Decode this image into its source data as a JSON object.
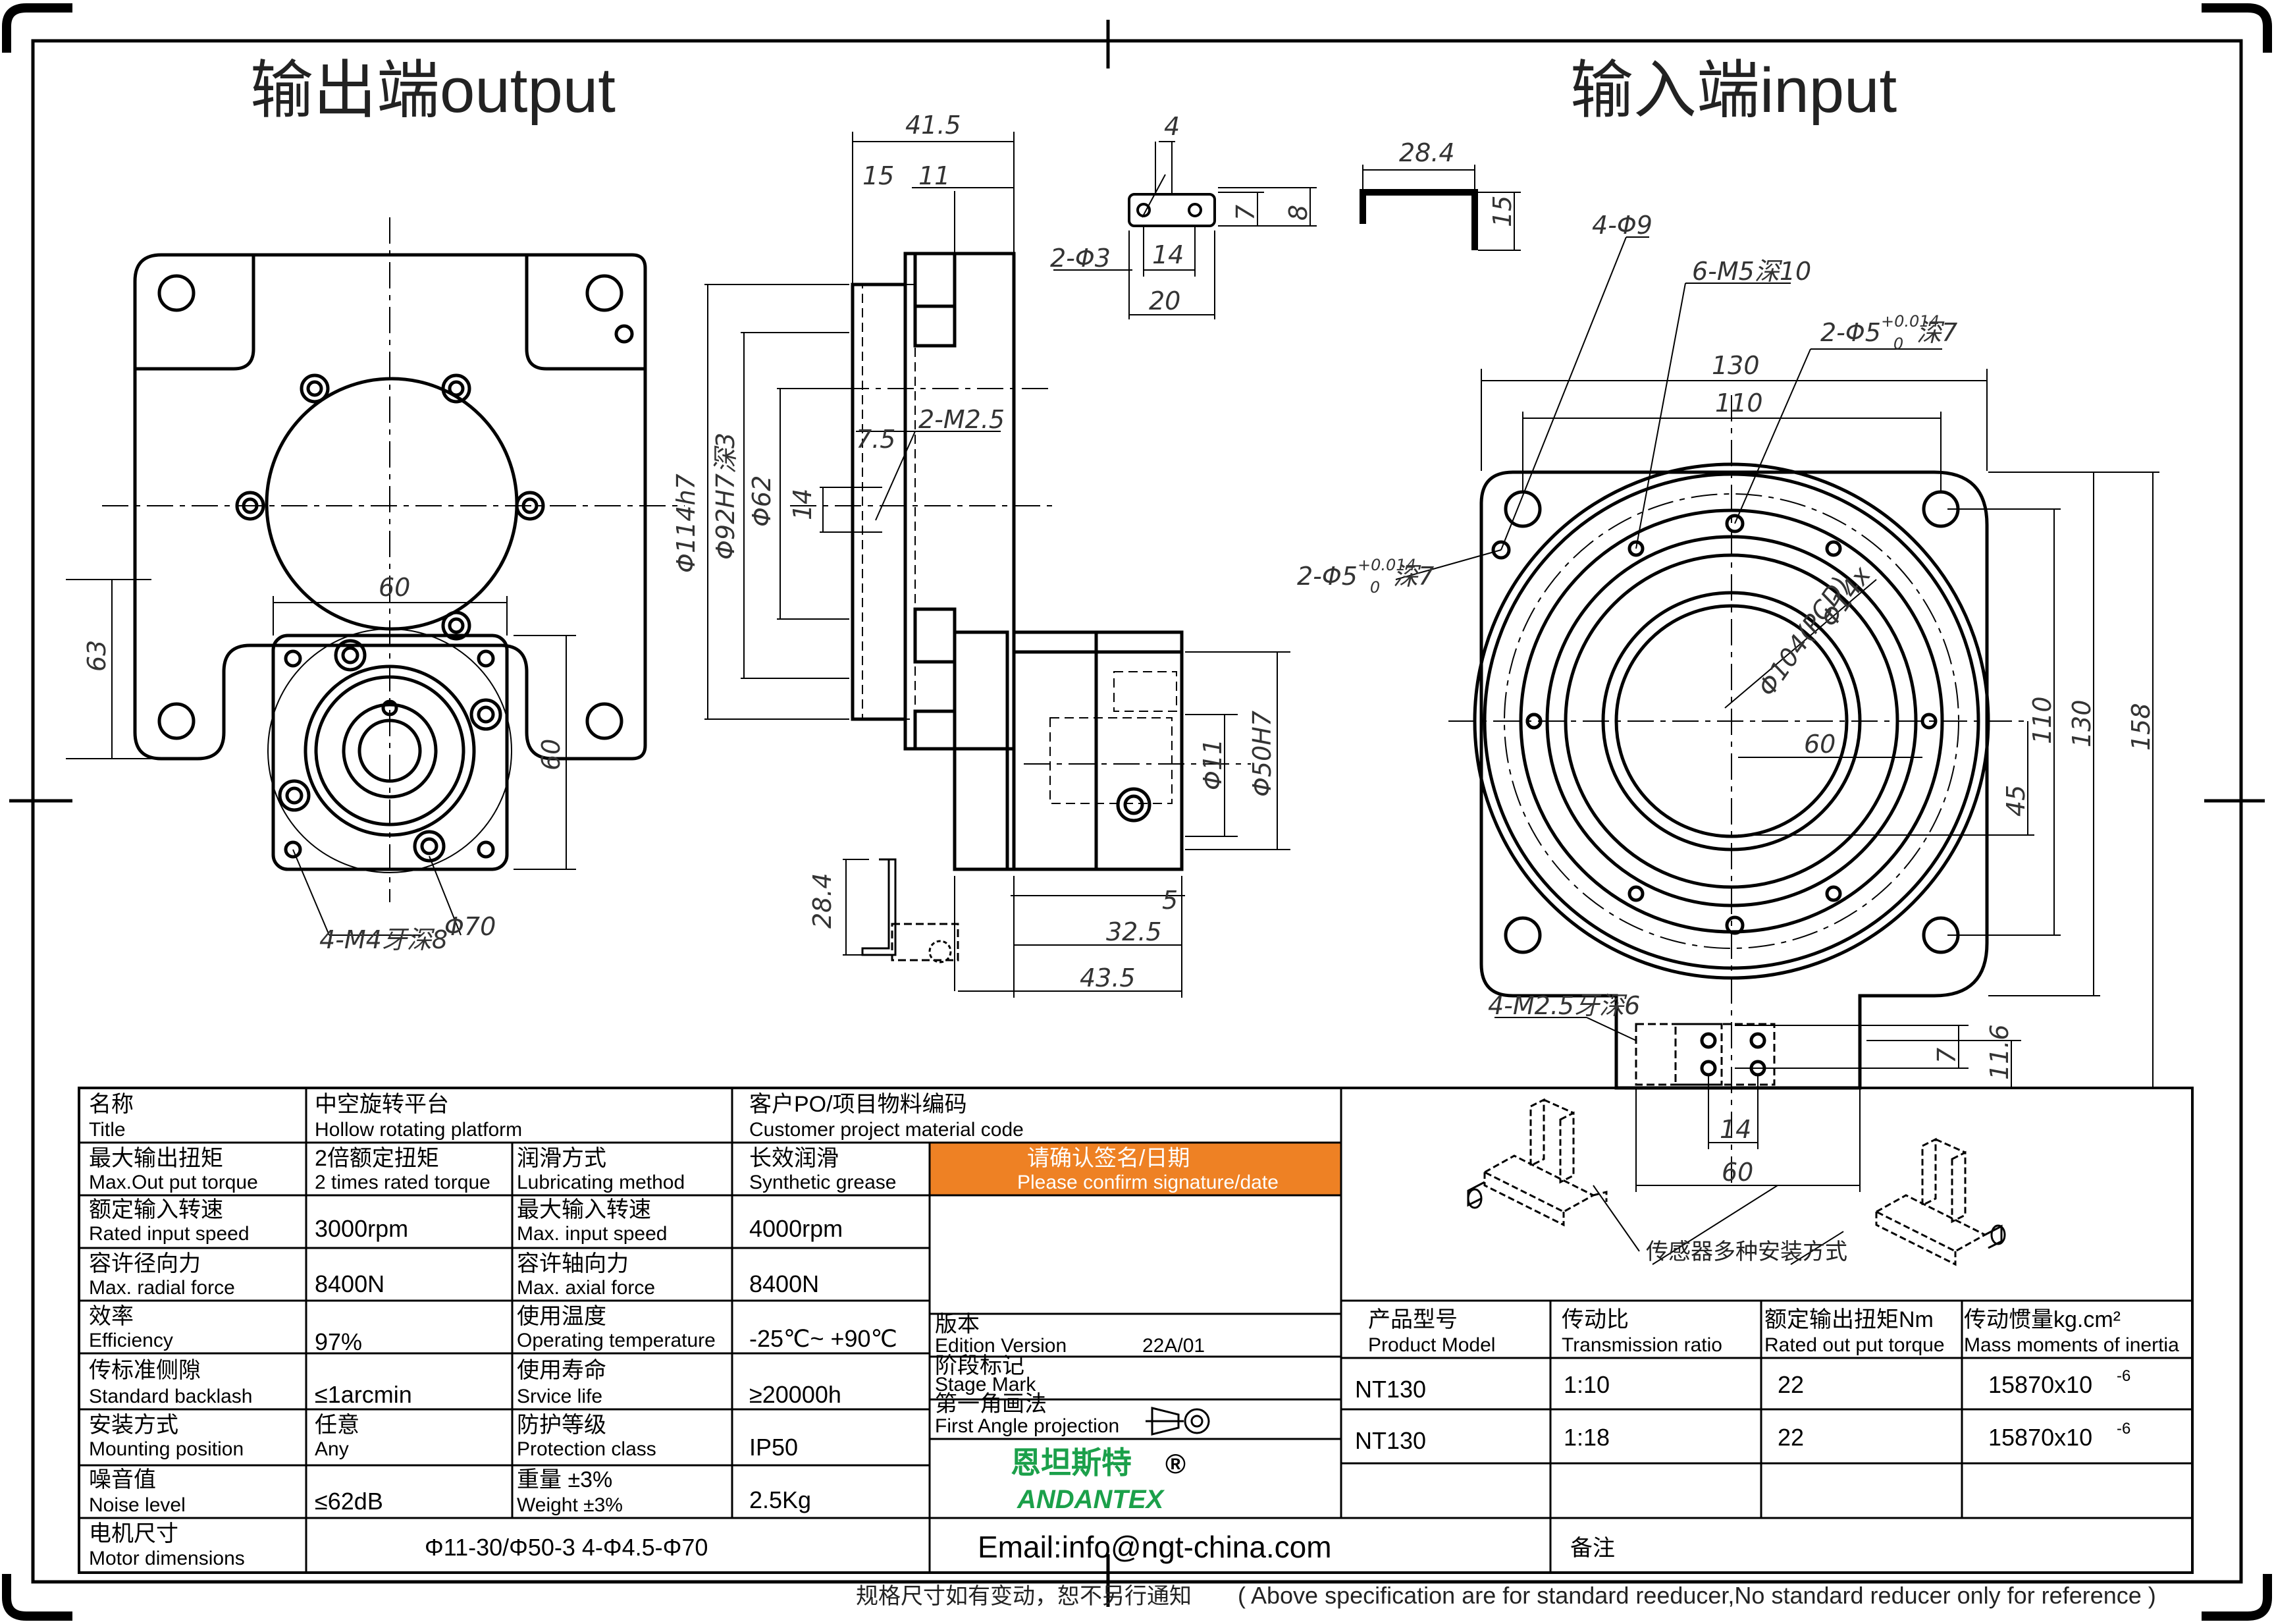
{
  "views": {
    "output_title": "输出端output",
    "input_title": "输入端input"
  },
  "dims": {
    "d41_5": "41.5",
    "d15": "15",
    "d11": "11",
    "d4": "4",
    "d7": "7",
    "d8": "8",
    "d14_top": "14",
    "d20": "20",
    "hole_2phi3": "2-Φ3",
    "d28_4_top": "28.4",
    "d15_bracket": "15",
    "out_60": "60",
    "out_63": "63",
    "out_60v": "60",
    "out_m4": "4-M4牙深8",
    "out_phi70": "Φ70",
    "side_phi114": "Φ114h7",
    "side_phi92": "Φ92H7深3",
    "side_phi62": "Φ62",
    "side_14": "14",
    "side_7_5": "7.5",
    "side_2m25": "2-M2.5",
    "side_phi11": "Φ11",
    "side_phi50": "Φ50H7",
    "side_5": "5",
    "side_32_5": "32.5",
    "side_43_5": "43.5",
    "side_28_4": "28.4",
    "in_4phi9": "4-Φ9",
    "in_6m5": "6-M5深10",
    "in_2phi5_top": "2-Φ5",
    "in_2phi5_top_tol": "+0.014",
    "in_2phi5_top_tol0": "0",
    "in_2phi5_top_depth": "深7",
    "in_130": "130",
    "in_110": "110",
    "in_2phi5_left": "2-Φ5",
    "in_2phi5_left_tol": "+0.014",
    "in_2phi5_left_tol0": "0",
    "in_2phi5_left_depth": "深7",
    "in_pcd": "Φ104(PCD)",
    "in_phi14x": "Φ14x",
    "in_60": "60",
    "in_45": "45",
    "in_110v": "110",
    "in_130v": "130",
    "in_158": "158",
    "in_4m25": "4-M2.5牙深6",
    "in_7": "7",
    "in_11_6": "11.6",
    "in_14": "14",
    "in_60b": "60",
    "sensor_note": "传感器多种安装方式"
  },
  "table": {
    "name_cn": "名称",
    "name_en": "Title",
    "title_cn": "中空旋转平台",
    "title_en": "Hollow rotating platform",
    "customer_cn": "客户PO/项目物料编码",
    "customer_en": "Customer project material code",
    "rows": [
      {
        "l_cn": "最大输出扭矩",
        "l_en": "Max.Out put torque",
        "v1_cn": "2倍额定扭矩",
        "v1_en": "2 times rated torque",
        "r_cn": "润滑方式",
        "r_en": "Lubricating method",
        "v2_cn": "长效润滑",
        "v2_en": "Synthetic grease"
      },
      {
        "l_cn": "额定输入转速",
        "l_en": "Rated input speed",
        "v1": "3000rpm",
        "r_cn": "最大输入转速",
        "r_en": "Max. input speed",
        "v2": "4000rpm"
      },
      {
        "l_cn": "容许径向力",
        "l_en": "Max. radial force",
        "v1": "8400N",
        "r_cn": "容许轴向力",
        "r_en": "Max. axial force",
        "v2": "8400N"
      },
      {
        "l_cn": "效率",
        "l_en": "Efficiency",
        "v1": "97%",
        "r_cn": "使用温度",
        "r_en": "Operating temperature",
        "v2": "-25℃~ +90℃"
      },
      {
        "l_cn": "传标准侧隙",
        "l_en": "Standard backlash",
        "v1": "≤1arcmin",
        "r_cn": "使用寿命",
        "r_en": "Srvice life",
        "v2": "≥20000h"
      },
      {
        "l_cn": "安装方式",
        "l_en": "Mounting position",
        "v1_cn": "任意",
        "v1_en": "Any",
        "r_cn": "防护等级",
        "r_en": "Protection class",
        "v2": "IP50"
      },
      {
        "l_cn": "噪音值",
        "l_en": "Noise level",
        "v1": "≤62dB",
        "r_cn": "重量 ±3%",
        "r_en": "Weight ±3%",
        "v2": "2.5Kg"
      }
    ],
    "motor_cn": "电机尺寸",
    "motor_en": "Motor dimensions",
    "motor_value": "Φ11-30/Φ50-3 4-Φ4.5-Φ70",
    "confirm_cn": "请确认签名/日期",
    "confirm_en": "Please confirm signature/date",
    "edition_cn": "版本",
    "edition_en": "Edition Version",
    "edition_value": "22A/01",
    "stage_cn": "阶段标记",
    "stage_en": "Stage Mark",
    "angle_cn": "第一角画法",
    "angle_en": "First Angle projection",
    "logo_cn": "恩坦斯特",
    "logo_reg": "®",
    "logo_en": "ANDANTEX",
    "email": "Email:info@ngt-china.com",
    "remark": "备注",
    "product_headers": [
      {
        "cn": "产品型号",
        "en": "Product Model"
      },
      {
        "cn": "传动比",
        "en": "Transmission ratio"
      },
      {
        "cn": "额定输出扭矩Nm",
        "en": "Rated out put torque"
      },
      {
        "cn": "传动惯量kg.cm²",
        "en": "Mass moments of inertia"
      }
    ],
    "products": [
      {
        "model": "NT130",
        "ratio": "1:10",
        "torque": "22",
        "inertia": "15870x10",
        "exp": "-6"
      },
      {
        "model": "NT130",
        "ratio": "1:18",
        "torque": "22",
        "inertia": "15870x10",
        "exp": "-6"
      }
    ]
  },
  "footer": {
    "cn": "规格尺寸如有变动，恕不另行通知",
    "en": "( Above specification are for standard reeducer,No standard reducer only for reference )"
  },
  "colors": {
    "confirm_bg": "#EE8124",
    "logo_green": "#1BA04A",
    "line": "#000000"
  }
}
